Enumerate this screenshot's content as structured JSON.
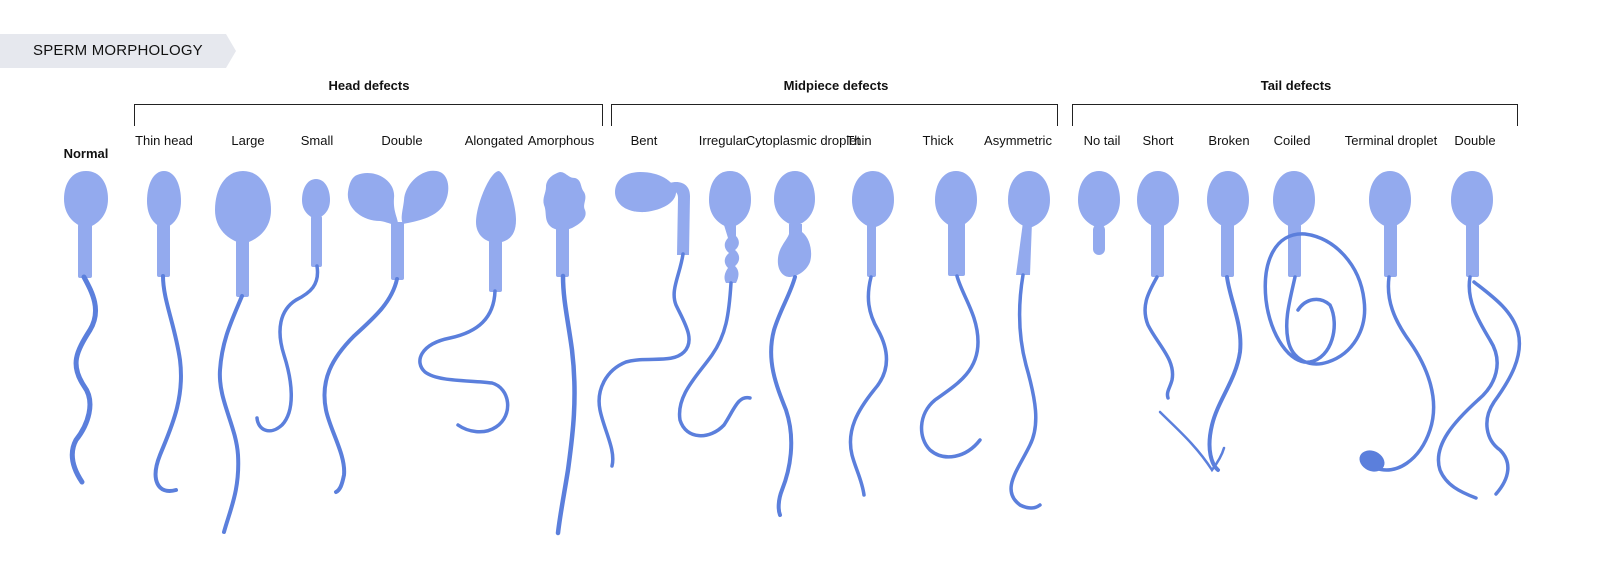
{
  "title": "SPERM MORPHOLOGY",
  "normal_label": "Normal",
  "groups": [
    {
      "title": "Head defects",
      "types": [
        "Thin head",
        "Large",
        "Small",
        "Double",
        "Alongated",
        "Amorphous"
      ]
    },
    {
      "title": "Midpiece defects",
      "types": [
        "Bent",
        "Irregular",
        "Cytoplasmic droplet",
        "Thin",
        "Thick",
        "Asymmetric"
      ]
    },
    {
      "title": "Tail defects",
      "types": [
        "No tail",
        "Short",
        "Broken",
        "Coiled",
        "Terminal droplet",
        "Double"
      ]
    }
  ],
  "colors": {
    "head": "#93aaee",
    "tail": "#5b7fdc",
    "tab": "#e6e8ee",
    "text": "#111111"
  }
}
